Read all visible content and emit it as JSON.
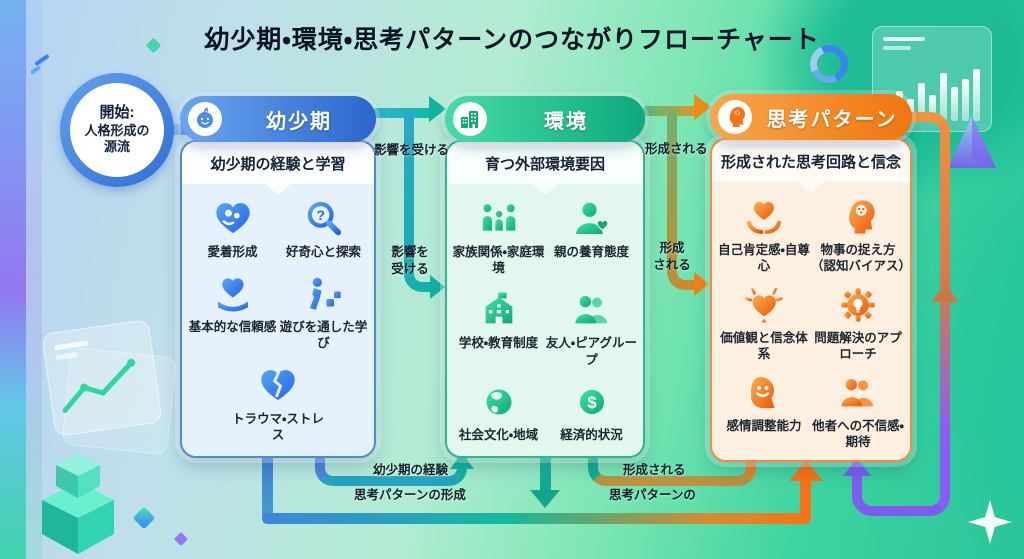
{
  "title": "幼少期・環境・思考パターンのつながりフローチャート",
  "start_node": {
    "lines": [
      "開始:",
      "人格形成の",
      "源流"
    ]
  },
  "cards": [
    {
      "id": "childhood",
      "title": "幼少期",
      "subtitle": "幼少期の経験と学習",
      "header_icon": "baby-icon",
      "accent_color": "#2a66cc",
      "items": [
        {
          "icon": "attachment-heart-icon",
          "label": "愛着形成"
        },
        {
          "icon": "curiosity-magnifier-icon",
          "label": "好奇心と探索"
        },
        {
          "icon": "trust-hand-heart-icon",
          "label": "基本的な信頼感"
        },
        {
          "icon": "play-blocks-icon",
          "label": "遊びを通した学び"
        },
        {
          "icon": "broken-heart-icon",
          "label": "トラウマ・ストレス"
        }
      ]
    },
    {
      "id": "environment",
      "title": "環境",
      "subtitle": "育つ外部環境要因",
      "header_icon": "buildings-icon",
      "accent_color": "#0fa97e",
      "items": [
        {
          "icon": "family-icon",
          "label": "家族関係・家庭環境"
        },
        {
          "icon": "parenting-heart-icon",
          "label": "親の養育態度"
        },
        {
          "icon": "school-icon",
          "label": "学校・教育制度"
        },
        {
          "icon": "peer-group-icon",
          "label": "友人・ピアグループ"
        },
        {
          "icon": "globe-icon",
          "label": "社会文化・地域"
        },
        {
          "icon": "dollar-icon",
          "label": "経済的状況"
        }
      ]
    },
    {
      "id": "thought-patterns",
      "title": "思考パターン",
      "subtitle": "形成された思考回路と信念",
      "header_icon": "head-brain-icon",
      "accent_color": "#f0750f",
      "items": [
        {
          "icon": "hands-heart-icon",
          "label": "自己肯定感・自尊心"
        },
        {
          "icon": "cognition-head-icon",
          "label": "物事の捉え方（認知バイアス）"
        },
        {
          "icon": "shining-heart-icon",
          "label": "価値観と信念体系"
        },
        {
          "icon": "gear-bulb-icon",
          "label": "問題解決のアプローチ"
        },
        {
          "icon": "smiling-head-icon",
          "label": "感情調整能力"
        },
        {
          "icon": "distrust-people-icon",
          "label": "他者への不信感・期待"
        }
      ]
    }
  ],
  "connector_labels": {
    "childhood_to_environment_top": "影響を受ける",
    "childhood_to_environment_mid": [
      "影響を",
      "受ける"
    ],
    "environment_to_thought_top": "形成される",
    "environment_to_thought_mid": [
      "形成",
      "される"
    ],
    "bottom_left": [
      "幼少期の経験",
      "思考パターンの形成"
    ],
    "bottom_right": [
      "形成される",
      "思考パターンの"
    ]
  },
  "colors": {
    "childhood_accent": "#2a66cc",
    "environment_accent": "#0fa97e",
    "thought_accent": "#f97316",
    "feedback_purple": "#7c5ff0",
    "teal_arrow": "#14b8a6"
  }
}
